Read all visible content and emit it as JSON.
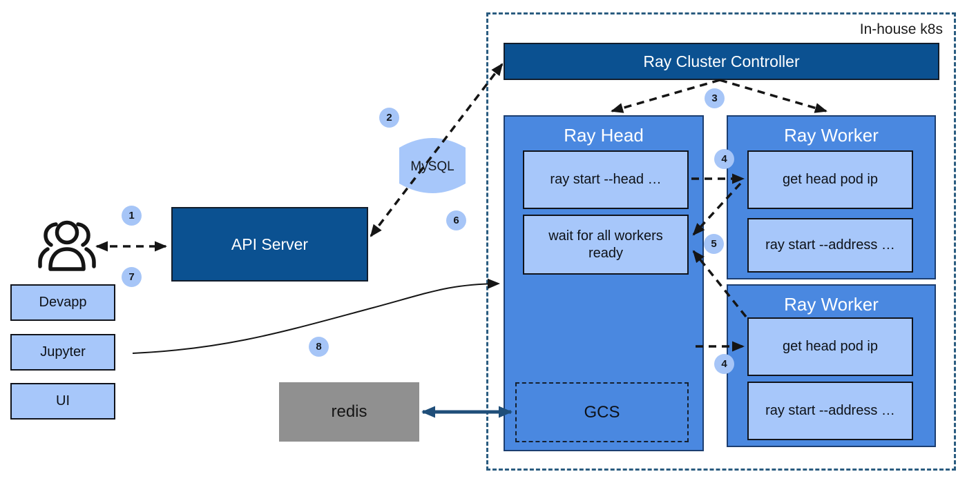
{
  "k8s": {
    "label": "In-house k8s"
  },
  "controller": {
    "label": "Ray Cluster Controller"
  },
  "ray_head": {
    "title": "Ray Head",
    "step1": "ray start --head …",
    "step2": "wait for all workers ready",
    "gcs_label": "GCS"
  },
  "worker_top": {
    "title": "Ray Worker",
    "step1": "get head pod ip",
    "step2": "ray start --address …"
  },
  "worker_bottom": {
    "title": "Ray Worker",
    "step1": "get head pod ip",
    "step2": "ray start --address …"
  },
  "api_server": {
    "label": "API Server"
  },
  "mysql": {
    "label": "MySQL"
  },
  "redis": {
    "label": "redis"
  },
  "clients": {
    "devapp": "Devapp",
    "jupyter": "Jupyter",
    "ui": "UI"
  },
  "step_badges": {
    "s1": "1",
    "s2": "2",
    "s3": "3",
    "s4a": "4",
    "s5": "5",
    "s6": "6",
    "s7": "7",
    "s4b": "4",
    "s8": "8"
  },
  "colors": {
    "navy": "#0b5191",
    "pod_blue": "#4a88e0",
    "light_blue": "#a7c7fa",
    "badge_blue": "#a6c5f7",
    "redis_gray": "#909090",
    "k8s_border": "#2a5c80",
    "redis_arrow": "#1f4e79",
    "arrow_black": "#151515"
  }
}
